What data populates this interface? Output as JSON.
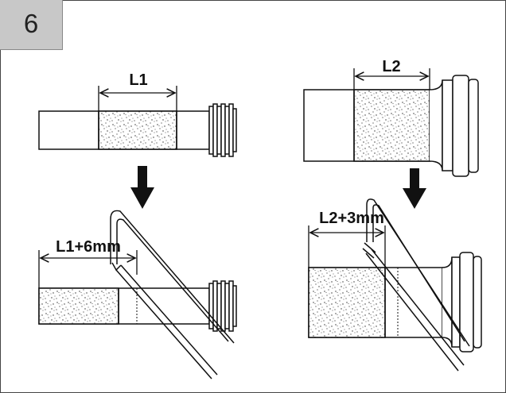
{
  "step": {
    "number": "6"
  },
  "labels": {
    "left_top": "L1",
    "left_bottom": "L1+6mm",
    "right_top": "L2",
    "right_bottom": "L2+3mm"
  },
  "colors": {
    "step_box": "#c8c8c8",
    "line": "#111111",
    "fill": "#ffffff"
  }
}
